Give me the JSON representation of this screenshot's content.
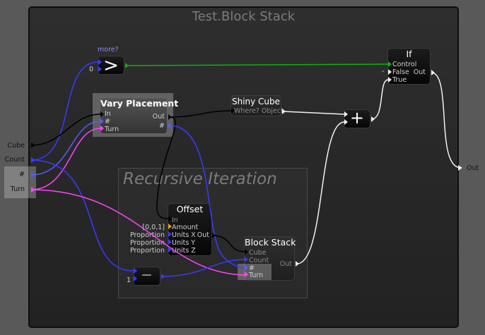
{
  "canvas": {
    "title": "Test.Block Stack"
  },
  "group": {
    "title": "Recursive Iteration"
  },
  "external_inputs": [
    {
      "label": "Cube",
      "color": "#111111"
    },
    {
      "label": "Count",
      "color": "#3a3aff"
    },
    {
      "label": "#",
      "color": "#5a5aff"
    },
    {
      "label": "Turn",
      "color": "#ff44ff"
    }
  ],
  "external_output": {
    "label": "Out"
  },
  "nodes": {
    "compare": {
      "caption": "more?",
      "symbol": ">",
      "input_default": "0"
    },
    "vary_placement": {
      "title": "Vary Placement",
      "inputs": [
        "In",
        "#",
        "Turn"
      ],
      "outputs": [
        "Out",
        "#"
      ]
    },
    "shiny_cube": {
      "title": "Shiny Cube",
      "port_label": "Where? Object"
    },
    "add": {
      "symbol": "+"
    },
    "if": {
      "title": "If",
      "inputs": [
        "Control",
        "False",
        "True"
      ],
      "output": "Out",
      "false_default": "-"
    },
    "offset": {
      "title": "Offset",
      "inputs": [
        "In",
        "Amount",
        "Units X",
        "Units Y",
        "Units Z"
      ],
      "output": "Out",
      "defaults": [
        "[0,0,1]",
        "Proportion",
        "Proportion",
        "Proportion"
      ]
    },
    "subtract": {
      "symbol": "—",
      "input_default": "1"
    },
    "block_stack": {
      "title": "Block Stack",
      "inputs": [
        "Cube",
        "Count",
        "#",
        "Turn"
      ],
      "output": "Out"
    }
  },
  "colors": {
    "object_wire": "#000000",
    "number_wire": "#3a3aff",
    "turn_wire": "#ff44ff",
    "bool_wire": "#10b010",
    "result_wire": "#f0f0f0",
    "vector_port": "#f0a000"
  }
}
